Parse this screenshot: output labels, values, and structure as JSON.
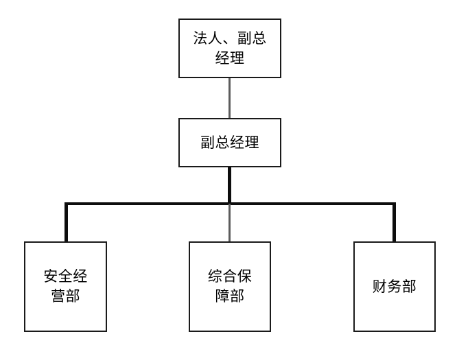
{
  "chart_data": {
    "type": "diagram",
    "diagram_kind": "organizational-chart",
    "orientation": "top-down",
    "title": "",
    "colors": {
      "node_border": "#1a1a1a",
      "node_fill": "#ffffff",
      "connector_primary": "#0d0d0d",
      "connector_secondary": "#5c5c5c",
      "text": "#000000",
      "background": "#ffffff"
    },
    "nodes": [
      {
        "id": "top",
        "label": "法人、副总\n经理",
        "level": 1,
        "lines": [
          "法人、副总",
          "经理"
        ]
      },
      {
        "id": "mid",
        "label": "副总经理",
        "level": 2,
        "lines": [
          "副总经理"
        ]
      },
      {
        "id": "left",
        "label": "安全经\n营部",
        "level": 3,
        "lines": [
          "安全经",
          "营部"
        ]
      },
      {
        "id": "center",
        "label": "综合保\n障部",
        "level": 3,
        "lines": [
          "综合保",
          "障部"
        ]
      },
      {
        "id": "right",
        "label": "财务部",
        "level": 3,
        "lines": [
          "财务部"
        ]
      }
    ],
    "edges": [
      {
        "from": "top",
        "to": "mid",
        "style": "thin-line"
      },
      {
        "from": "mid",
        "to": "left",
        "style": "thick-elbow"
      },
      {
        "from": "mid",
        "to": "center",
        "style": "thin-line"
      },
      {
        "from": "mid",
        "to": "right",
        "style": "thick-elbow"
      }
    ]
  },
  "nodes": {
    "top": {
      "label": "法人、副总\n经理"
    },
    "mid": {
      "label": "副总经理"
    },
    "left": {
      "label": "安全经\n营部"
    },
    "center": {
      "label": "综合保\n障部"
    },
    "right": {
      "label": "财务部"
    }
  }
}
